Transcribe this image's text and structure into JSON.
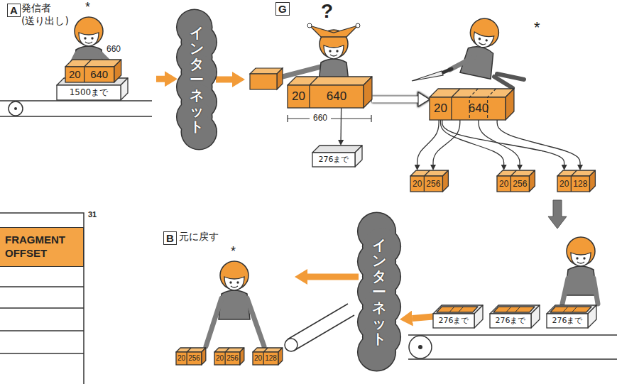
{
  "diagram": {
    "nodes": [
      {
        "text": [
          "A",
          "発信者 (送り出し)"
        ]
      },
      {
        "text": [
          "1500まで"
        ],
        "in": 0
      },
      {
        "text": [
          "20",
          "640"
        ],
        "in": 0
      },
      {
        "text": [
          "インターネット"
        ]
      },
      {
        "text": [
          "G"
        ]
      },
      {
        "text": [
          "20",
          "640"
        ],
        "in": 4
      },
      {
        "text": [
          "276まで"
        ],
        "in": 4
      },
      {
        "text": [
          "20",
          "640"
        ],
        "in": 4
      },
      {
        "text": [
          "20",
          "256"
        ],
        "in": 4
      },
      {
        "text": [
          "20",
          "256"
        ],
        "in": 4
      },
      {
        "text": [
          "20",
          "128"
        ],
        "in": 4
      },
      {
        "text": [
          "276まで"
        ],
        "in": 4
      },
      {
        "text": [
          "276まで"
        ],
        "in": 4
      },
      {
        "text": [
          "276まで"
        ],
        "in": 4
      },
      {
        "text": [
          "インターネット"
        ]
      },
      {
        "text": [
          "B",
          "元に戻す"
        ]
      },
      {
        "text": [
          "20",
          "256"
        ],
        "in": 15
      },
      {
        "text": [
          "20",
          "256"
        ],
        "in": 15
      },
      {
        "text": [
          "20",
          "128"
        ],
        "in": 15
      },
      {
        "text": [
          "FRAGMENT OFFSET"
        ]
      }
    ],
    "edges": [
      {
        "from": 0,
        "to": 3,
        "arrow": "to"
      },
      {
        "from": 3,
        "to": 4,
        "arrow": "to"
      },
      {
        "from": 5,
        "to": 6,
        "arrow": "to"
      },
      {
        "from": 5,
        "to": 7,
        "arrow": "to"
      },
      {
        "from": 7,
        "to": 8,
        "arrow": "to"
      },
      {
        "from": 7,
        "to": 8,
        "arrow": "to"
      },
      {
        "from": 7,
        "to": 9,
        "arrow": "to"
      },
      {
        "from": 7,
        "to": 9,
        "arrow": "to"
      },
      {
        "from": 7,
        "to": 10,
        "arrow": "to"
      },
      {
        "from": 7,
        "to": 10,
        "arrow": "to"
      },
      {
        "from": 11,
        "to": 14,
        "arrow": "to"
      },
      {
        "from": 14,
        "to": 15,
        "arrow": "to"
      }
    ],
    "labels": [
      "660",
      "660",
      "?",
      "*",
      "*",
      "*",
      "31"
    ]
  }
}
